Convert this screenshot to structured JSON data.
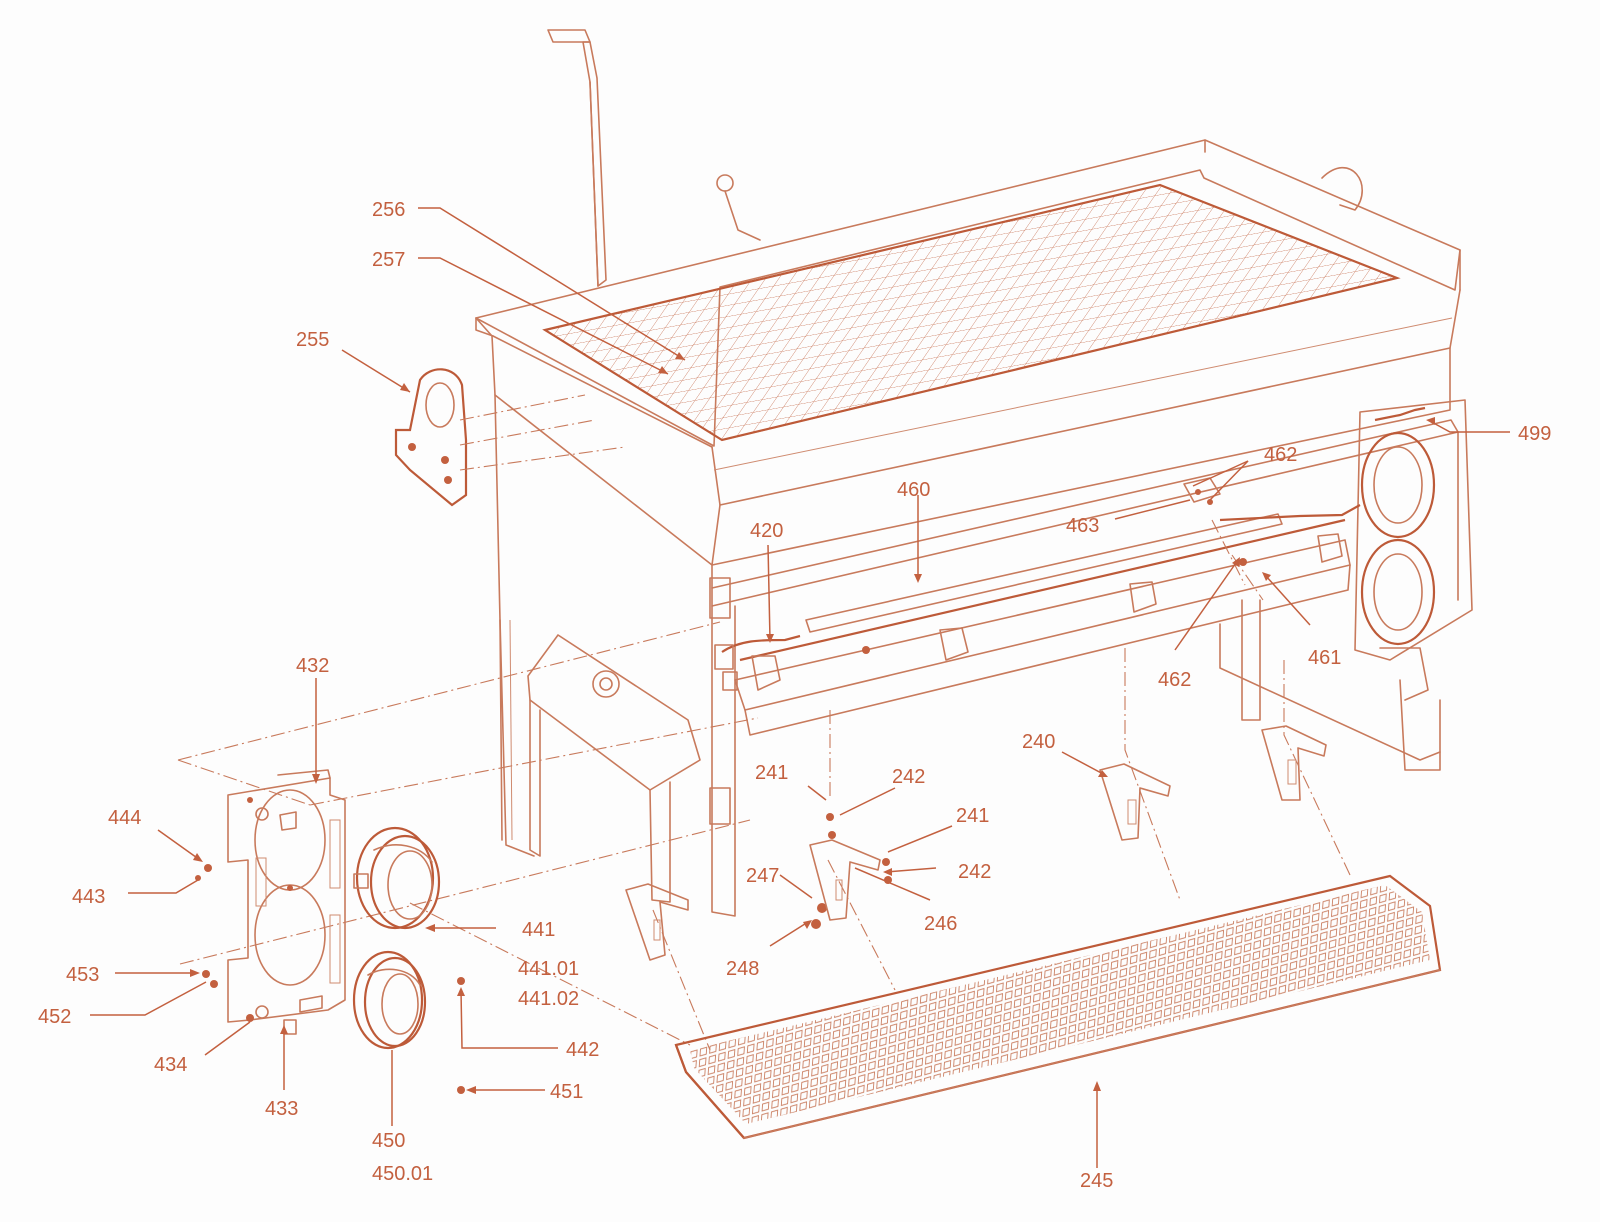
{
  "diagram": {
    "accent_color": "#c3603f",
    "line_color": "#c87a5c",
    "labels": [
      {
        "id": "256",
        "text": "256"
      },
      {
        "id": "257",
        "text": "257"
      },
      {
        "id": "255",
        "text": "255"
      },
      {
        "id": "499",
        "text": "499"
      },
      {
        "id": "462a",
        "text": "462"
      },
      {
        "id": "460",
        "text": "460"
      },
      {
        "id": "463",
        "text": "463"
      },
      {
        "id": "420",
        "text": "420"
      },
      {
        "id": "461",
        "text": "461"
      },
      {
        "id": "462b",
        "text": "462"
      },
      {
        "id": "432",
        "text": "432"
      },
      {
        "id": "240",
        "text": "240"
      },
      {
        "id": "241a",
        "text": "241"
      },
      {
        "id": "242a",
        "text": "242"
      },
      {
        "id": "241b",
        "text": "241"
      },
      {
        "id": "242b",
        "text": "242"
      },
      {
        "id": "444",
        "text": "444"
      },
      {
        "id": "443",
        "text": "443"
      },
      {
        "id": "247",
        "text": "247"
      },
      {
        "id": "246",
        "text": "246"
      },
      {
        "id": "441",
        "text": "441"
      },
      {
        "id": "441.01",
        "text": "441.01"
      },
      {
        "id": "441.02",
        "text": "441.02"
      },
      {
        "id": "248",
        "text": "248"
      },
      {
        "id": "453",
        "text": "453"
      },
      {
        "id": "452",
        "text": "452"
      },
      {
        "id": "442",
        "text": "442"
      },
      {
        "id": "434",
        "text": "434"
      },
      {
        "id": "433",
        "text": "433"
      },
      {
        "id": "451",
        "text": "451"
      },
      {
        "id": "450",
        "text": "450"
      },
      {
        "id": "450.01",
        "text": "450.01"
      },
      {
        "id": "245",
        "text": "245"
      }
    ]
  }
}
